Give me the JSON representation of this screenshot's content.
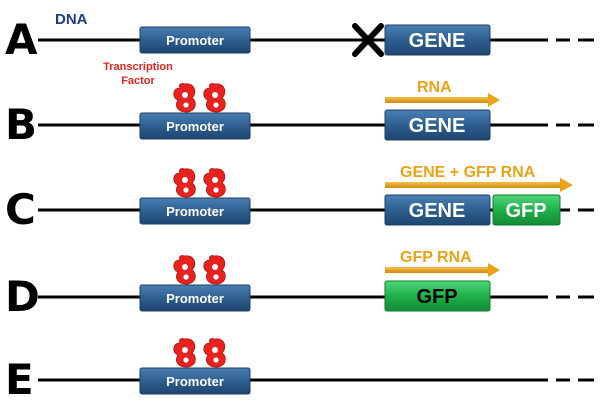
{
  "labels": {
    "dna": "DNA",
    "transcription_factor_line1": "Transcription",
    "transcription_factor_line2": "Factor"
  },
  "rows": [
    {
      "letter": "A",
      "promoter": "Promoter",
      "gene": "GENE",
      "blocked": true
    },
    {
      "letter": "B",
      "promoter": "Promoter",
      "gene": "GENE",
      "rna": "RNA"
    },
    {
      "letter": "C",
      "promoter": "Promoter",
      "gene": "GENE",
      "gfp": "GFP",
      "rna": "GENE + GFP  RNA"
    },
    {
      "letter": "D",
      "promoter": "Promoter",
      "gfp": "GFP",
      "rna": "GFP RNA"
    },
    {
      "letter": "E",
      "promoter": "Promoter"
    }
  ],
  "colors": {
    "promoter": "#2e5f8f",
    "gene": "#2e5f8f",
    "gfp": "#1fb04a",
    "rna_arrow": "#e8a317",
    "transcription_factor": "#e8231f",
    "dna_line": "#000000",
    "block_mark": "#000000"
  },
  "icons": {
    "transcription_factor": "twisted-protein-icon",
    "block": "x-cross-icon"
  }
}
